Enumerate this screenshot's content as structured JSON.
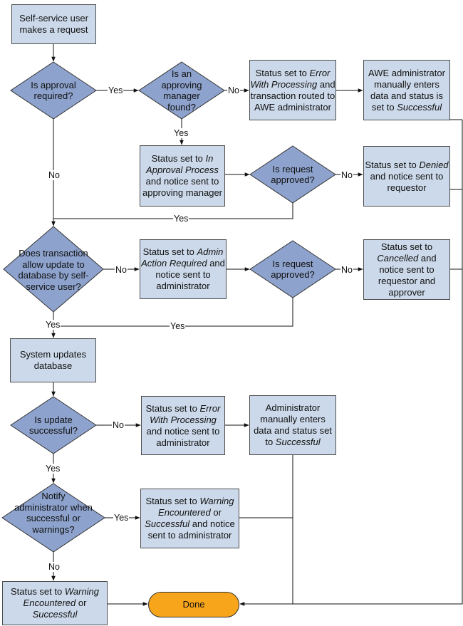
{
  "nodes": {
    "start": "Self-service user makes a request",
    "approval_required": "Is approval required?",
    "manager_found": "Is an approving manager found?",
    "error_routed": [
      {
        "t": "Status set to "
      },
      {
        "t": "Error With Processing",
        "i": true
      },
      {
        "t": " and transaction routed to AWE administrator"
      }
    ],
    "awe_admin_enters": [
      {
        "t": "AWE administrator manually enters data and status is set to "
      },
      {
        "t": "Successful",
        "i": true
      }
    ],
    "in_approval": [
      {
        "t": "Status set to "
      },
      {
        "t": "In Approval Process",
        "i": true
      },
      {
        "t": " and notice sent to approving manager"
      }
    ],
    "request_approved_1": "Is request approved?",
    "denied": [
      {
        "t": "Status set to "
      },
      {
        "t": "Denied",
        "i": true
      },
      {
        "t": " and notice sent to requestor"
      }
    ],
    "allow_update": "Does transaction allow update to database by self-service user?",
    "admin_action": [
      {
        "t": "Status set to "
      },
      {
        "t": "Admin Action Required",
        "i": true
      },
      {
        "t": " and notice sent to administrator"
      }
    ],
    "request_approved_2": "Is request approved?",
    "cancelled": [
      {
        "t": "Status set to "
      },
      {
        "t": "Cancelled",
        "i": true
      },
      {
        "t": " and notice sent to requestor and approver"
      }
    ],
    "system_updates": "System updates database",
    "update_successful": "Is update successful?",
    "error_admin": [
      {
        "t": "Status set to "
      },
      {
        "t": "Error With Processing",
        "i": true
      },
      {
        "t": " and notice sent to administrator"
      }
    ],
    "admin_enters": [
      {
        "t": "Administrator manually enters data and status set to "
      },
      {
        "t": "Successful",
        "i": true
      }
    ],
    "notify_admin": "Notify administrator when successful or warnings?",
    "warning_notice": [
      {
        "t": "Status set to "
      },
      {
        "t": "Warning Encountered",
        "i": true
      },
      {
        "t": " or "
      },
      {
        "t": "Successful",
        "i": true
      },
      {
        "t": " and notice sent to administrator"
      }
    ],
    "warning_status": [
      {
        "t": "Status set to "
      },
      {
        "t": "Warning Encountered",
        "i": true
      },
      {
        "t": " or "
      },
      {
        "t": "Successful",
        "i": true
      }
    ],
    "done": "Done"
  },
  "labels": {
    "yes": "Yes",
    "no": "No"
  },
  "colors": {
    "box_fill": "#ccd9ea",
    "diamond_fill": "#8da2cc",
    "done_fill": "#f7a51b",
    "stroke": "#333333"
  }
}
